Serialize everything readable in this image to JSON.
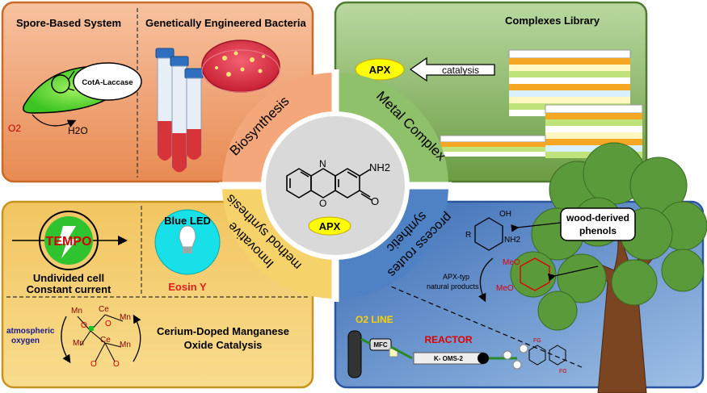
{
  "quadrants": {
    "biosynthesis": {
      "label": "Biosynthesis",
      "left_title": "Spore-Based System",
      "right_title": "Genetically Engineered Bacteria",
      "enzyme": "CotA-Laccase",
      "reactant": "O2",
      "product": "H2O",
      "color": "#f3a77a"
    },
    "metal_complex": {
      "label": "Metal Complex",
      "title": "Complexes Library",
      "target": "APX",
      "arrow_label": "catalysis",
      "color": "#8fc06a"
    },
    "innovative": {
      "label_line1": "Innovative",
      "label_line2": "method synthesis",
      "tempo": "TEMPO",
      "cell_line1": "Undivided cell",
      "cell_line2": "Constant current",
      "led": "Blue LED",
      "photocatalyst": "Eosin Y",
      "ox_line1": "atmospheric",
      "ox_line2": "oxygen",
      "catalyst_line1": "Cerium-Doped Manganese",
      "catalyst_line2": "Oxide Catalysis",
      "mn": "Mn",
      "ce": "Ce",
      "o": "O",
      "color": "#f6d26a"
    },
    "process": {
      "label_line1": "synthetic",
      "label_line2": "process routes",
      "wood_line1": "wood-derived",
      "wood_line2": "phenols",
      "oh": "OH",
      "nh2": "NH2",
      "r": "R",
      "meo": "MeO",
      "apx_type_line1": "APX-typ",
      "apx_type_line2": "natural products",
      "o2_line": "O2 LINE",
      "mfc": "MFC",
      "reactor": "REACTOR",
      "koms": "K- OMS-2",
      "fg": "FG",
      "color": "#4f82c4"
    }
  },
  "center": {
    "compound": "APX",
    "nh2": "NH2",
    "o": "O"
  },
  "colors": {
    "bio_panel": "#ec9a62",
    "metal_panel": "#6f9f45",
    "innov_panel": "#e8b84a",
    "process_panel": "#3f6fb6",
    "yellow_oval": "#ffff00",
    "tempo_green": "#2fc42f",
    "led_cyan": "#18e0e8"
  }
}
